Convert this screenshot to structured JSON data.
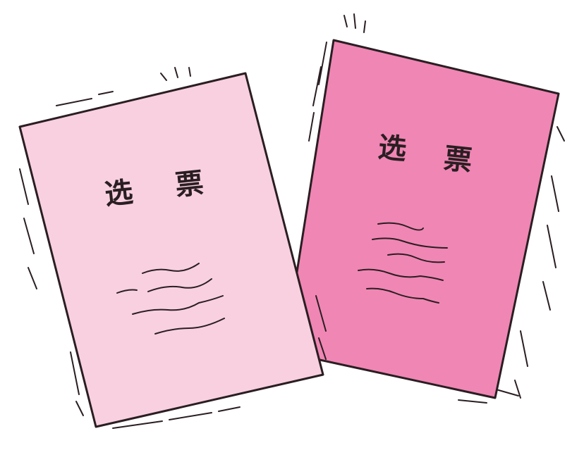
{
  "scene": {
    "background_color": "#ffffff",
    "outline_color": "#2a1e22"
  },
  "ballots": [
    {
      "id": "light",
      "fill_color": "#f8d0e0",
      "title_chars": [
        "选",
        "票"
      ]
    },
    {
      "id": "dark",
      "fill_color": "#f086b4",
      "title_chars": [
        "选",
        "票"
      ]
    }
  ]
}
